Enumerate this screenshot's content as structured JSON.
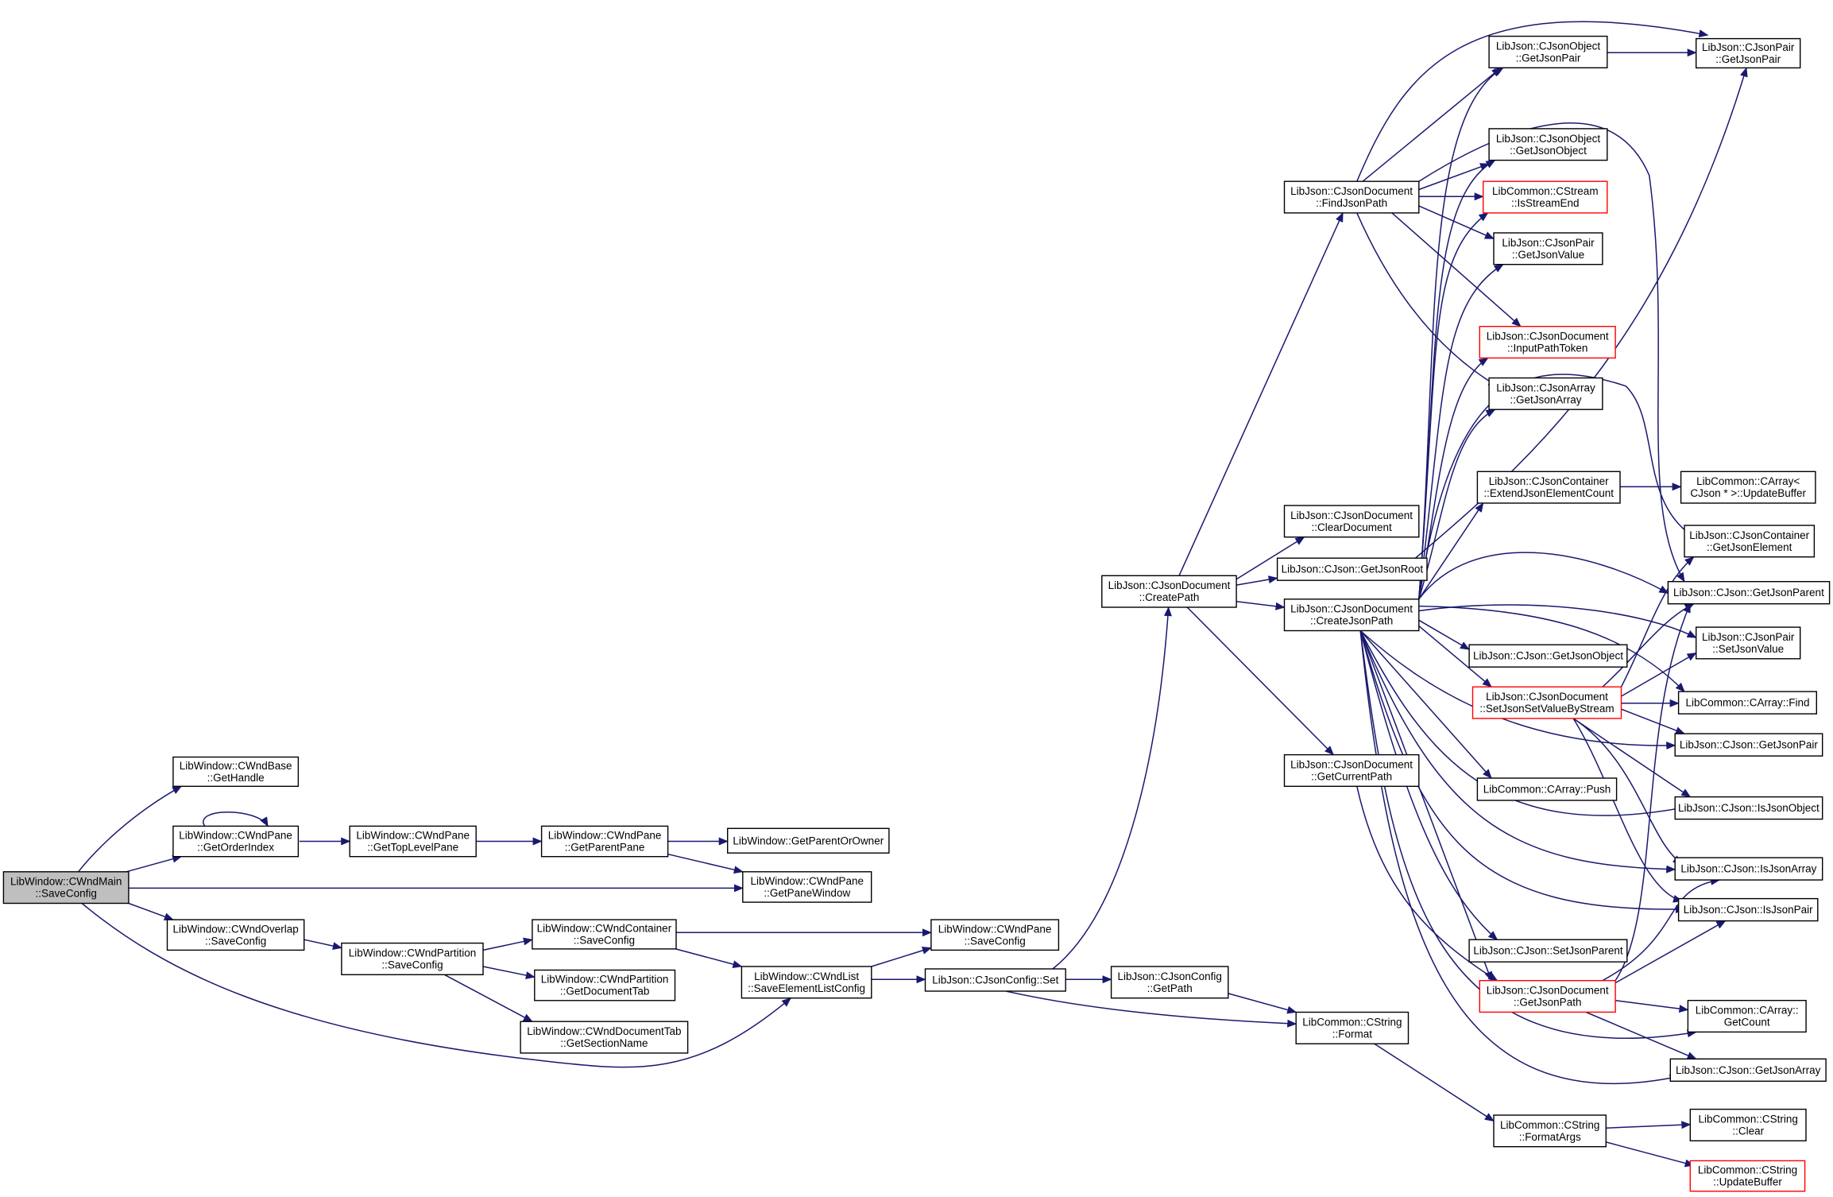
{
  "colors": {
    "edge": "#191970",
    "root_fill": "#bfbfbf",
    "red_border": "#ff0000",
    "border": "#000000"
  },
  "nodes": [
    {
      "id": "root",
      "lines": [
        "LibWindow::CWndMain",
        "::SaveConfig"
      ],
      "style": "root"
    },
    {
      "id": "getHandle",
      "lines": [
        "LibWindow::CWndBase",
        "::GetHandle"
      ]
    },
    {
      "id": "getOrderIndex",
      "lines": [
        "LibWindow::CWndPane",
        "::GetOrderIndex"
      ]
    },
    {
      "id": "getTopLevelPane",
      "lines": [
        "LibWindow::CWndPane",
        "::GetTopLevelPane"
      ]
    },
    {
      "id": "getParentPane",
      "lines": [
        "LibWindow::CWndPane",
        "::GetParentPane"
      ]
    },
    {
      "id": "getParentOrOwner",
      "lines": [
        "LibWindow::GetParentOrOwner"
      ]
    },
    {
      "id": "getPaneWindow",
      "lines": [
        "LibWindow::CWndPane",
        "::GetPaneWindow"
      ]
    },
    {
      "id": "overlapSave",
      "lines": [
        "LibWindow::CWndOverlap",
        "::SaveConfig"
      ]
    },
    {
      "id": "partitionSave",
      "lines": [
        "LibWindow::CWndPartition",
        "::SaveConfig"
      ]
    },
    {
      "id": "containerSave",
      "lines": [
        "LibWindow::CWndContainer",
        "::SaveConfig"
      ]
    },
    {
      "id": "getDocumentTab",
      "lines": [
        "LibWindow::CWndPartition",
        "::GetDocumentTab"
      ]
    },
    {
      "id": "getSectionName",
      "lines": [
        "LibWindow::CWndDocumentTab",
        "::GetSectionName"
      ]
    },
    {
      "id": "saveElementList",
      "lines": [
        "LibWindow::CWndList",
        "::SaveElementListConfig"
      ]
    },
    {
      "id": "paneSave",
      "lines": [
        "LibWindow::CWndPane",
        "::SaveConfig"
      ]
    },
    {
      "id": "configSet",
      "lines": [
        "LibJson::CJsonConfig::Set"
      ]
    },
    {
      "id": "configGetPath",
      "lines": [
        "LibJson::CJsonConfig",
        "::GetPath"
      ]
    },
    {
      "id": "strFormat",
      "lines": [
        "LibCommon::CString",
        "::Format"
      ]
    },
    {
      "id": "formatArgs",
      "lines": [
        "LibCommon::CString",
        "::FormatArgs"
      ]
    },
    {
      "id": "strClear",
      "lines": [
        "LibCommon::CString",
        "::Clear"
      ]
    },
    {
      "id": "updateBuffer",
      "lines": [
        "LibCommon::CString",
        "::UpdateBuffer"
      ],
      "style": "red"
    },
    {
      "id": "createPath",
      "lines": [
        "LibJson::CJsonDocument",
        "::CreatePath"
      ]
    },
    {
      "id": "findJsonPath",
      "lines": [
        "LibJson::CJsonDocument",
        "::FindJsonPath"
      ]
    },
    {
      "id": "clearDocument",
      "lines": [
        "LibJson::CJsonDocument",
        "::ClearDocument"
      ]
    },
    {
      "id": "getJsonRoot",
      "lines": [
        "LibJson::CJson::GetJsonRoot"
      ]
    },
    {
      "id": "createJsonPath",
      "lines": [
        "LibJson::CJsonDocument",
        "::CreateJsonPath"
      ]
    },
    {
      "id": "getCurrentPath",
      "lines": [
        "LibJson::CJsonDocument",
        "::GetCurrentPath"
      ]
    },
    {
      "id": "objGetJsonPair",
      "lines": [
        "LibJson::CJsonObject",
        "::GetJsonPair"
      ]
    },
    {
      "id": "pairGetJsonPair",
      "lines": [
        "LibJson::CJsonPair",
        "::GetJsonPair"
      ]
    },
    {
      "id": "objGetJsonObject",
      "lines": [
        "LibJson::CJsonObject",
        "::GetJsonObject"
      ]
    },
    {
      "id": "isStreamEnd",
      "lines": [
        "LibCommon::CStream",
        "::IsStreamEnd"
      ],
      "style": "red"
    },
    {
      "id": "pairGetJsonValue",
      "lines": [
        "LibJson::CJsonPair",
        "::GetJsonValue"
      ]
    },
    {
      "id": "inputPathToken",
      "lines": [
        "LibJson::CJsonDocument",
        "::InputPathToken"
      ],
      "style": "red"
    },
    {
      "id": "arrGetJsonArray",
      "lines": [
        "LibJson::CJsonArray",
        "::GetJsonArray"
      ]
    },
    {
      "id": "extendCount",
      "lines": [
        "LibJson::CJsonContainer",
        "::ExtendJsonElementCount"
      ]
    },
    {
      "id": "carrUpdateBuffer",
      "lines": [
        "LibCommon::CArray<",
        "CJson * >::UpdateBuffer"
      ]
    },
    {
      "id": "contGetJsonElement",
      "lines": [
        "LibJson::CJsonContainer",
        "::GetJsonElement"
      ]
    },
    {
      "id": "jsonGetJsonParent",
      "lines": [
        "LibJson::CJson::GetJsonParent"
      ]
    },
    {
      "id": "pairSetJsonValue",
      "lines": [
        "LibJson::CJsonPair",
        "::SetJsonValue"
      ]
    },
    {
      "id": "jsonGetJsonObject",
      "lines": [
        "LibJson::CJson::GetJsonObject"
      ]
    },
    {
      "id": "setValueByStream",
      "lines": [
        "LibJson::CJsonDocument",
        "::SetJsonSetValueByStream"
      ],
      "style": "red"
    },
    {
      "id": "carrFind",
      "lines": [
        "LibCommon::CArray::Find"
      ]
    },
    {
      "id": "jsonGetJsonPair",
      "lines": [
        "LibJson::CJson::GetJsonPair"
      ]
    },
    {
      "id": "carrPush",
      "lines": [
        "LibCommon::CArray::Push"
      ]
    },
    {
      "id": "isJsonObject",
      "lines": [
        "LibJson::CJson::IsJsonObject"
      ]
    },
    {
      "id": "isJsonArray",
      "lines": [
        "LibJson::CJson::IsJsonArray"
      ]
    },
    {
      "id": "isJsonPair",
      "lines": [
        "LibJson::CJson::IsJsonPair"
      ]
    },
    {
      "id": "setJsonParent",
      "lines": [
        "LibJson::CJson::SetJsonParent"
      ]
    },
    {
      "id": "docGetJsonPath",
      "lines": [
        "LibJson::CJsonDocument",
        "::GetJsonPath"
      ],
      "style": "red"
    },
    {
      "id": "carrGetCount",
      "lines": [
        "LibCommon::CArray::",
        "GetCount"
      ]
    },
    {
      "id": "jsonGetJsonArray",
      "lines": [
        "LibJson::CJson::GetJsonArray"
      ]
    }
  ]
}
